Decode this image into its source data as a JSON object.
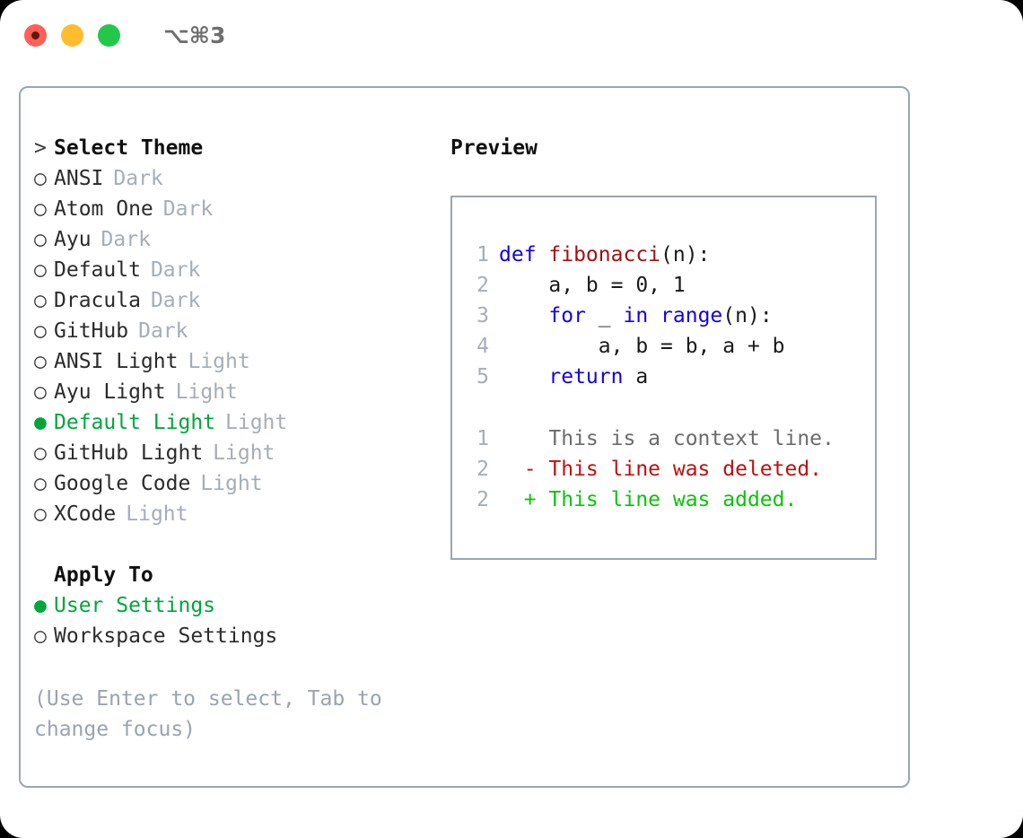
{
  "window": {
    "title": "⌥⌘3",
    "traffic_lights": [
      "close",
      "minimize",
      "maximize"
    ]
  },
  "theme_picker": {
    "header": "Select Theme",
    "header_prefix": ">",
    "selected_marker": "●",
    "unselected_marker": "○",
    "items": [
      {
        "name": "ANSI",
        "variant": "Dark",
        "selected": false
      },
      {
        "name": "Atom One",
        "variant": "Dark",
        "selected": false
      },
      {
        "name": "Ayu",
        "variant": "Dark",
        "selected": false
      },
      {
        "name": "Default",
        "variant": "Dark",
        "selected": false
      },
      {
        "name": "Dracula",
        "variant": "Dark",
        "selected": false
      },
      {
        "name": "GitHub",
        "variant": "Dark",
        "selected": false
      },
      {
        "name": "ANSI Light",
        "variant": "Light",
        "selected": false
      },
      {
        "name": "Ayu Light",
        "variant": "Light",
        "selected": false
      },
      {
        "name": "Default Light",
        "variant": "Light",
        "selected": true
      },
      {
        "name": "GitHub Light",
        "variant": "Light",
        "selected": false
      },
      {
        "name": "Google Code",
        "variant": "Light",
        "selected": false
      },
      {
        "name": "XCode",
        "variant": "Light",
        "selected": false
      }
    ]
  },
  "apply_to": {
    "header": "Apply To",
    "items": [
      {
        "name": "User Settings",
        "selected": true
      },
      {
        "name": "Workspace Settings",
        "selected": false
      }
    ]
  },
  "hint": "(Use Enter to select, Tab to change focus)",
  "preview": {
    "title": "Preview",
    "code_lines": [
      {
        "no": "1",
        "segments": [
          {
            "t": "def ",
            "c": "kw"
          },
          {
            "t": "fibonacci",
            "c": "fn"
          },
          {
            "t": "(n):",
            "c": "pl"
          }
        ]
      },
      {
        "no": "2",
        "segments": [
          {
            "t": "    a, b = 0, 1",
            "c": "pl"
          }
        ]
      },
      {
        "no": "3",
        "segments": [
          {
            "t": "    ",
            "c": "pl"
          },
          {
            "t": "for",
            "c": "kw"
          },
          {
            "t": " _ ",
            "c": "pl"
          },
          {
            "t": "in",
            "c": "kw"
          },
          {
            "t": " ",
            "c": "pl"
          },
          {
            "t": "range",
            "c": "kw"
          },
          {
            "t": "(n):",
            "c": "pl"
          }
        ]
      },
      {
        "no": "4",
        "segments": [
          {
            "t": "        a, b = b, a + b",
            "c": "pl"
          }
        ]
      },
      {
        "no": "5",
        "segments": [
          {
            "t": "    ",
            "c": "pl"
          },
          {
            "t": "return",
            "c": "kw"
          },
          {
            "t": " a",
            "c": "pl"
          }
        ]
      }
    ],
    "diff_lines": [
      {
        "no": "1",
        "marker": " ",
        "text": "This is a context line.",
        "kind": "ctx"
      },
      {
        "no": "2",
        "marker": "-",
        "text": "This line was deleted.",
        "kind": "del"
      },
      {
        "no": "2",
        "marker": "+",
        "text": "This line was added.",
        "kind": "add"
      }
    ]
  },
  "colors": {
    "accent_green": "#00a63c",
    "muted": "#a6adb8",
    "border": "#9aa5b4",
    "keyword_blue": "#1400e6",
    "function_red": "#a01212",
    "diff_delete": "#bf1010",
    "diff_add": "#0ac40a",
    "traffic_red": "#ff5f57",
    "traffic_yellow": "#ffbd2e",
    "traffic_green": "#23c84a"
  }
}
